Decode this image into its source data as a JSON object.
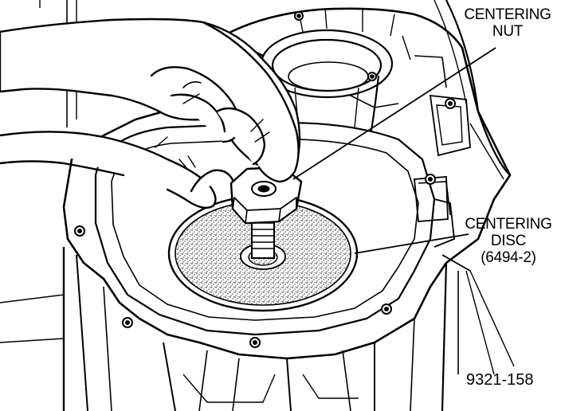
{
  "callouts": {
    "centering_nut": {
      "line1": "CENTERING",
      "line2": "NUT"
    },
    "centering_disc": {
      "line1": "CENTERING",
      "line2": "DISC",
      "line3": "(6494-2)"
    }
  },
  "figure_number": "9321-158",
  "colors": {
    "ink": "#000000",
    "paper": "#ffffff"
  }
}
